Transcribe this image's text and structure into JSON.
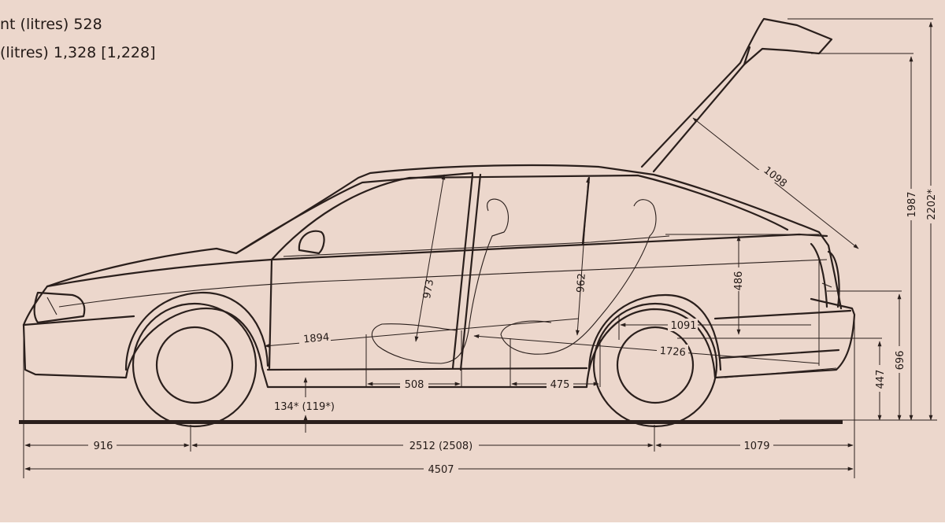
{
  "specs": {
    "line1": "nt (litres) 528",
    "line2": "(litres) 1,328 [1,228]"
  },
  "dimensions": {
    "front_overhang": "916",
    "wheelbase": "2512 (2508)",
    "rear_overhang": "1079",
    "overall_length": "4507",
    "ground_clearance": "134* (119*)",
    "front_seat_base": "508",
    "rear_seat_base": "475",
    "front_headroom": "973",
    "rear_headroom": "962",
    "cabin_length": "1894",
    "boot_floor_length": "1091",
    "load_length_seats_folded": "1726",
    "boot_height": "486",
    "tailgate_length": "1098",
    "sill_height": "447",
    "boot_opening_height": "696",
    "tailgate_open_height": "1987",
    "tailgate_open_height_max": "2202*"
  },
  "colors": {
    "background": "#ecd7cc",
    "line": "#2a1f1c"
  }
}
